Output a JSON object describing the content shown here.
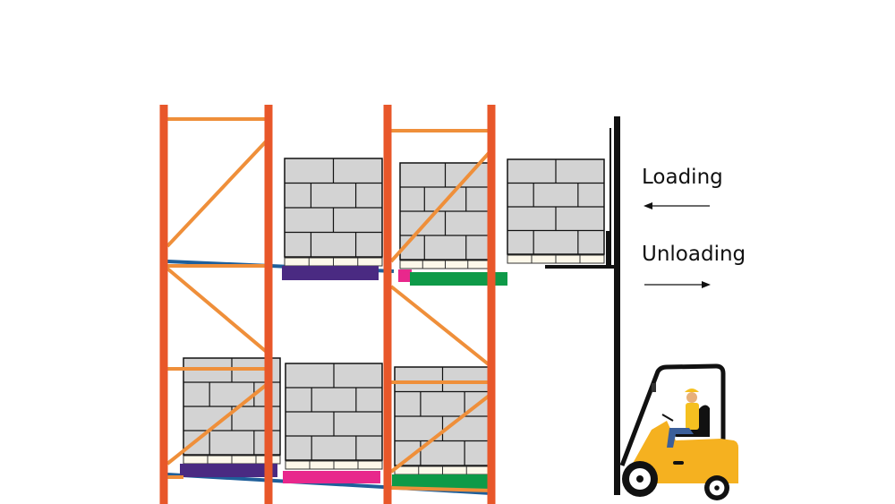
{
  "labels": {
    "loading": "Loading",
    "unloading": "Unloading"
  },
  "colors": {
    "upright": "#e8572a",
    "bracing": "#ef8f3a",
    "beam": "#1f5f9a",
    "box_fill": "#d3d3d3",
    "pallet_base": "#fdf8ea",
    "bar_purple": "#4a2a82",
    "bar_pink": "#e8288c",
    "bar_green": "#0e9a48",
    "forklift_body": "#f5b120",
    "mast": "#111111"
  },
  "pallets": [
    {
      "location": "upper-bay-2",
      "bar_color": "bar_purple"
    },
    {
      "location": "upper-bay-3",
      "bar_color": "bar_green"
    },
    {
      "location": "forklift-forks",
      "bar_color": ""
    },
    {
      "location": "lower-bay-1",
      "bar_color": "bar_purple"
    },
    {
      "location": "lower-bay-2",
      "bar_color": "bar_pink"
    },
    {
      "location": "lower-bay-3",
      "bar_color": "bar_green"
    }
  ],
  "icons": {
    "loading_arrow": "arrow-left",
    "unloading_arrow": "arrow-right",
    "vehicle": "forklift"
  }
}
